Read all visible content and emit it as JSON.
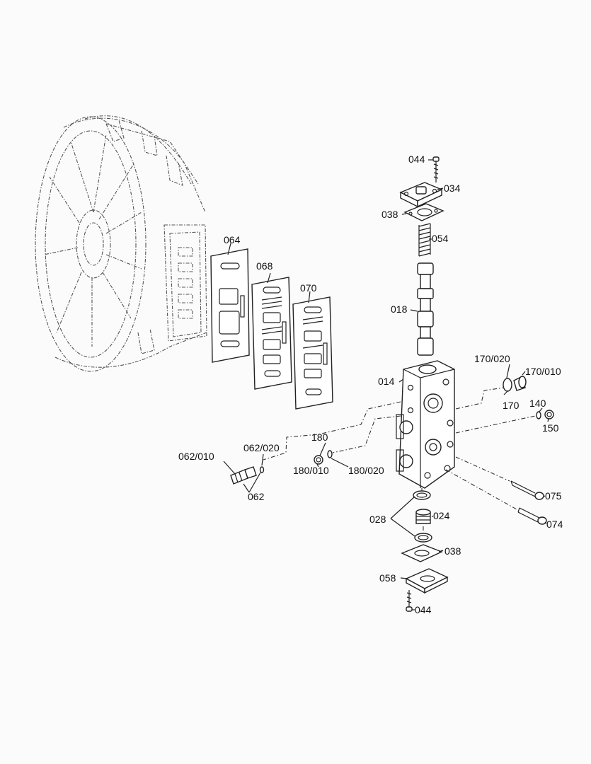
{
  "labels": {
    "l044_top": "044",
    "l034": "034",
    "l038_top": "038",
    "l054": "054",
    "l018": "018",
    "l064": "064",
    "l068": "068",
    "l070": "070",
    "l014": "014",
    "l170_020": "170/020",
    "l170_010": "170/010",
    "l170": "170",
    "l140": "140",
    "l150": "150",
    "l180": "180",
    "l062_020": "062/020",
    "l062_010": "062/010",
    "l180_010": "180/010",
    "l180_020": "180/020",
    "l062": "062",
    "l075": "075",
    "l028": "028",
    "l024": "024",
    "l074": "074",
    "l038_bottom": "038",
    "l058": "058",
    "l044_bottom": "044"
  }
}
